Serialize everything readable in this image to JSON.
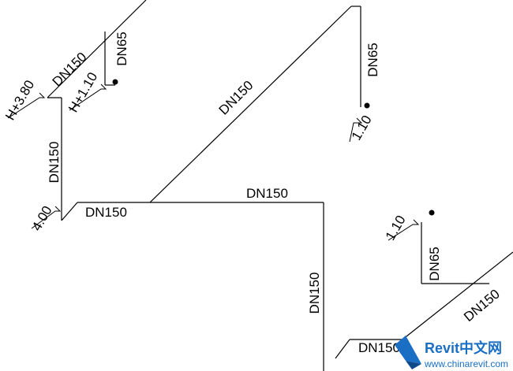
{
  "labels": {
    "size_150": "DN150",
    "size_65": "DN65",
    "elev_h380": "H+3.80",
    "elev_h110": "H+1.10",
    "elev_400": "4.00",
    "elev_110": "1.10"
  },
  "watermark": {
    "brand": "Revit中文网",
    "url": "www.chinarevit.com",
    "logo_color": "#1a6fc4",
    "text_color": "#1a6fc4"
  }
}
